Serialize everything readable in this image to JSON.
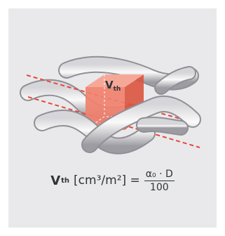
{
  "cube_label": {
    "main": "V",
    "sub": "th"
  },
  "formula": {
    "lhs_symbol": "V",
    "lhs_sub": "th",
    "units": "[cm³/m²] =",
    "numerator": "α₀ · D",
    "denominator": "100"
  },
  "colors": {
    "background": "#e9e9ec",
    "cube_front": "#f0806d",
    "cube_side": "#d9543f",
    "cube_top": "#f5a898",
    "dash_line": "#e8483a",
    "fiber": "#b9b9bd"
  }
}
